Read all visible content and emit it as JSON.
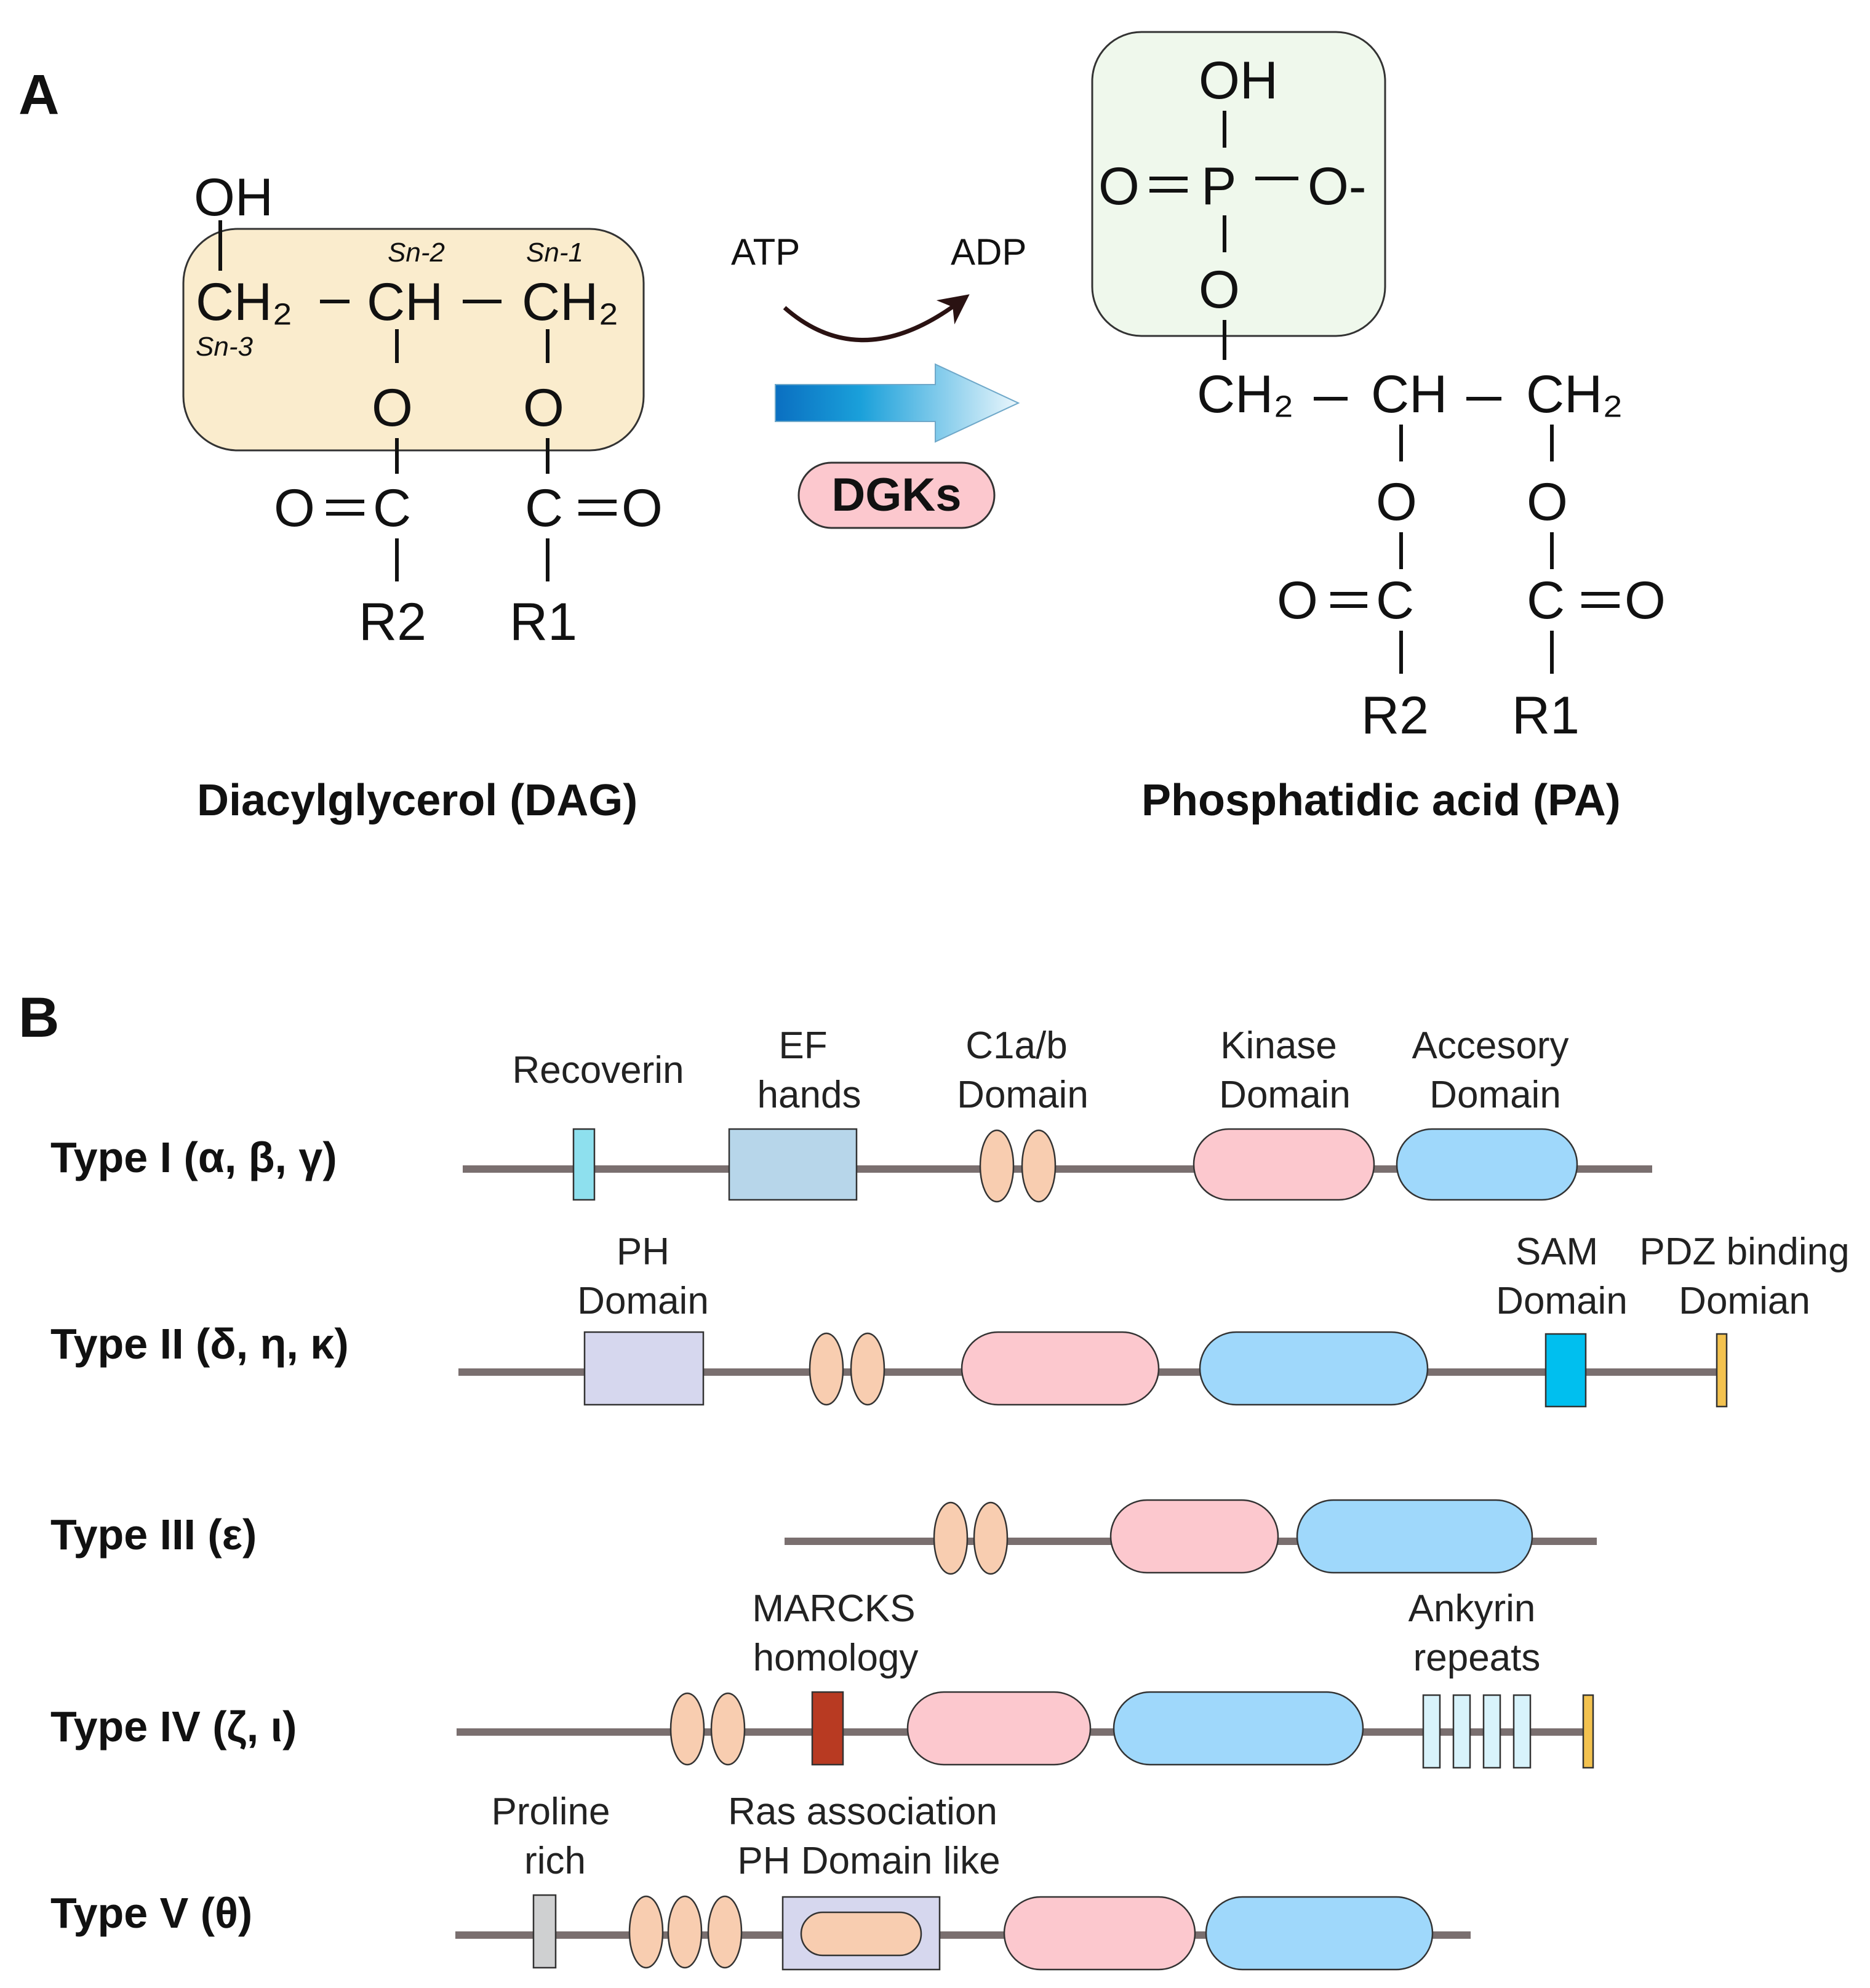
{
  "panel_a": {
    "letter": "A",
    "dag": {
      "name": "Diacylglycerol (DAG)",
      "oh": "OH",
      "ch2_left": "CH₂",
      "ch": "CH",
      "ch2_right": "CH₂",
      "sn1": "Sn-1",
      "sn2": "Sn-2",
      "sn3": "Sn-3",
      "o": "O",
      "c": "C",
      "r1": "R1",
      "r2": "R2"
    },
    "reaction": {
      "atp": "ATP",
      "adp": "ADP",
      "enzyme": "DGKs"
    },
    "pa": {
      "name": "Phosphatidic acid (PA)",
      "oh": "OH",
      "p": "P",
      "o_minus": "O-",
      "o": "O",
      "c": "C",
      "ch2_left": "CH₂",
      "ch": "CH",
      "ch2_right": "CH₂",
      "r1": "R1",
      "r2": "R2"
    }
  },
  "panel_b": {
    "letter": "B",
    "types": [
      {
        "label": "Type I (α, β, γ)"
      },
      {
        "label": "Type II (δ, η, κ)"
      },
      {
        "label": "Type III (ε)"
      },
      {
        "label": "Type IV (ζ, ι)"
      },
      {
        "label": "Type V (θ)"
      }
    ],
    "domain_labels": {
      "recoverin": "Recoverin",
      "ef_1": "EF",
      "ef_2": "hands",
      "c1_1": "C1a/b",
      "c1_2": "Domain",
      "kinase_1": "Kinase",
      "kinase_2": "Domain",
      "accessory_1": "Accesory",
      "accessory_2": "Domain",
      "ph_1": "PH",
      "ph_2": "Domain",
      "sam_1": "SAM",
      "sam_2": "Domain",
      "pdz_1": "PDZ binding",
      "pdz_2": "Domian",
      "marcks_1": "MARCKS",
      "marcks_2": "homology",
      "ankyrin_1": "Ankyrin",
      "ankyrin_2": "repeats",
      "proline_1": "Proline",
      "proline_2": "rich",
      "ras_1": "Ras association",
      "ras_2": "PH Domain like"
    },
    "colors": {
      "backbone": "#7a6f6f",
      "recoverin": "#8ee0ee",
      "ef_hands": "#b7d6ea",
      "c1": "#f8cdb0",
      "kinase": "#fcc8ce",
      "accessory": "#9fd8fb",
      "ph": "#d6d7ee",
      "sam": "#00bfef",
      "pdz": "#f3c24f",
      "marcks": "#b83a22",
      "ankyrin": "#d8f3fb",
      "proline": "#cfd0d1",
      "ras_pocket": "#f8cdb0",
      "dag_box": "#faeccd",
      "pa_box": "#eff8ec",
      "enzyme_badge": "#fcc8ce",
      "arrow_dark": "#0a6fc1",
      "arrow_light": "#eaf6fc"
    }
  }
}
